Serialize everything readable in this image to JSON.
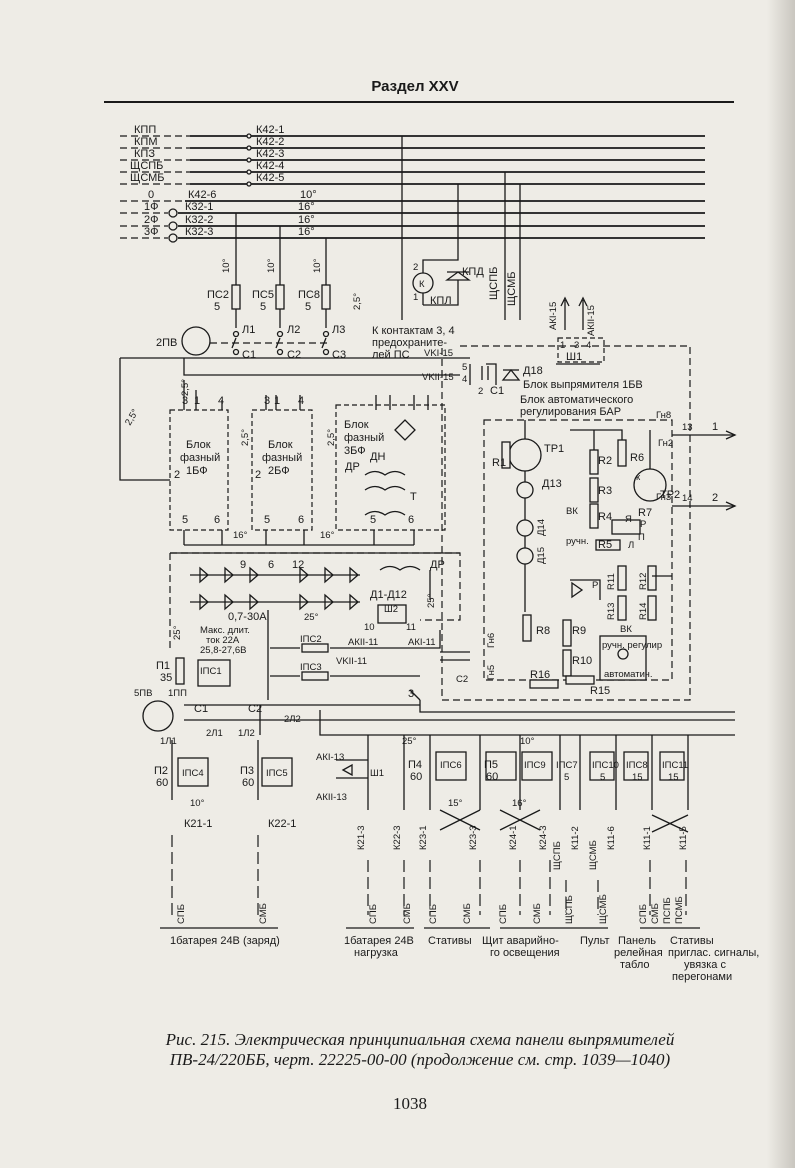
{
  "header": {
    "section": "Раздел XXV"
  },
  "left_buses": [
    {
      "name": "КПП",
      "ref": "К42-1"
    },
    {
      "name": "КПМ",
      "ref": "К42-2"
    },
    {
      "name": "КПЗ",
      "ref": "К42-3"
    },
    {
      "name": "ЩСПБ",
      "ref": "К42-4"
    },
    {
      "name": "ЩСМБ",
      "ref": "К42-5"
    }
  ],
  "phase_buses": [
    {
      "name": "0",
      "ref": "К42-6",
      "section": "10°"
    },
    {
      "name": "1Ф",
      "ref": "К32-1",
      "section": "16°"
    },
    {
      "name": "2Ф",
      "ref": "К32-2",
      "section": "16°"
    },
    {
      "name": "3Ф",
      "ref": "К32-3",
      "section": "16°"
    }
  ],
  "fuses_top": [
    {
      "name": "ПС2",
      "rating": "5",
      "section": "10°",
      "line": "Л1",
      "contact": "С1"
    },
    {
      "name": "ПС5",
      "rating": "5",
      "section": "10°",
      "line": "Л2",
      "contact": "С2"
    },
    {
      "name": "ПС8",
      "rating": "5",
      "section": "10°",
      "line": "Л3",
      "contact": "С3"
    }
  ],
  "pins": {
    "p1": "1",
    "p2": "2",
    "p3": "3",
    "p4": "4",
    "p5": "5",
    "p6": "6",
    "p9": "9",
    "p10": "10",
    "p11": "11",
    "p12": "12",
    "p13": "13",
    "p14": "14",
    "p2dash": "2'"
  },
  "switches": {
    "pv2": "2ПВ",
    "pv5": "5ПВ",
    "pp1": "1ПП"
  },
  "kpd_group": {
    "relay": "К",
    "diode": "КПД",
    "label": "КПЛ"
  },
  "vertical_labels": {
    "shspb": "ЩСПБ",
    "shsmb": "ЩСМБ",
    "aki15": "АКI-15",
    "akii15": "АКII-15"
  },
  "notes": {
    "contacts": [
      "К контактам 3, 4",
      "предохраните-",
      "лей ПС"
    ],
    "vki15": "VKI-15",
    "vkii15": "VKII-15",
    "d18": "Д18",
    "c1": "С1",
    "rect_block": "Блок выпрямителя 1БВ",
    "sh1": "Ш1",
    "bar": [
      "Блок автоматического",
      "регулирования БАР"
    ]
  },
  "sections": {
    "s25": "2,5°",
    "s16": "16°",
    "s10": "10°",
    "s15": "15°",
    "s25deg": "25°"
  },
  "phase_blocks": [
    {
      "line1": "Блок",
      "line2": "фазный",
      "line3": "1БФ"
    },
    {
      "line1": "Блок",
      "line2": "фазный",
      "line3": "2БФ"
    },
    {
      "line1": "Блок",
      "line2": "фазный",
      "line3": "3БФ"
    }
  ],
  "components": {
    "dn": "ДН",
    "dr": "ДР",
    "t": "Т",
    "tr1": "ТР1",
    "tr2": "ТР2",
    "d13": "Д13",
    "d14": "Д14",
    "d15": "Д15",
    "r1": "R1",
    "r2": "R2",
    "r3": "R3",
    "r4": "R4",
    "r5": "R5",
    "r6": "R6",
    "r7": "R7",
    "r8": "R8",
    "r9": "R9",
    "r10": "R10",
    "r11": "R11",
    "r12": "R12",
    "r13": "R13",
    "r14": "R14",
    "r15": "R15",
    "r16": "R16",
    "vk": "ВК",
    "ya": "Я",
    "r_letter": "Р",
    "p": "П",
    "l": "Л",
    "k": "к",
    "ruch": "ручн.",
    "gn8": "Гн8",
    "gn2": "Гн2",
    "gn3": "Гн3",
    "gn5": "Гн5",
    "gn6": "Гн6",
    "diodes": "Д1-Д12",
    "diode_rating": "0,7-30А",
    "max_current": [
      "Макс. длит.",
      "ток 22А",
      "25,8-27,6В"
    ],
    "sh2": "Ш2",
    "akii11": "АКII-11",
    "aki11": "АКI-11",
    "vkii11": "VKII-11",
    "ips2": "IПС2",
    "ips3": "IПС3",
    "c2": "С2",
    "vk_box": [
      "ВК",
      "ручн. регулир",
      "автоматич."
    ],
    "l1": "1Л1",
    "l2_1": "2Л1",
    "l1_2": "1Л2",
    "l2_2": "2Л2"
  },
  "fuses_bottom": [
    {
      "p": "П1",
      "r": "35",
      "ips": "IПС1"
    },
    {
      "p": "П2",
      "r": "60",
      "ips": "IПС4",
      "ref": "К21-1"
    },
    {
      "p": "П3",
      "r": "60",
      "ips": "IПС5",
      "ref": "К22-1"
    },
    {
      "p": "П4",
      "r": "60",
      "ips": "IПС6"
    },
    {
      "p": "П5",
      "r": "60",
      "ips": "IПС9"
    },
    {
      "ips": "IПС7",
      "r": "5"
    },
    {
      "ips": "IПС10",
      "r": "5"
    },
    {
      "ips": "IПС8",
      "r": "15"
    },
    {
      "ips": "IПС11",
      "r": "15"
    }
  ],
  "bottom_refs": {
    "aki13": "АКI-13",
    "akii13": "АКII-13",
    "k21_3": "К21-3",
    "k22_3": "К22-3",
    "k23_1": "К23-1",
    "k23_3": "К23-3",
    "k24_1": "К24-1",
    "k24_3": "К24-3",
    "k11_2": "К11-2",
    "k11_6": "К11-6",
    "k11_1": "К11-1",
    "k11_5": "К11-5"
  },
  "bottom_wires": {
    "spb": "СПБ",
    "smb": "СМБ",
    "shspb": "ЩСПБ",
    "shsmb": "ЩСМБ",
    "pspb": "ПСПБ",
    "psmb": "ПСМБ"
  },
  "destinations": [
    {
      "lines": [
        "1батарея 24В (заряд)"
      ]
    },
    {
      "lines": [
        "1батарея 24В",
        "нагрузка"
      ]
    },
    {
      "lines": [
        "Стативы"
      ]
    },
    {
      "lines": [
        "Щит аварийно-",
        "го освещения"
      ]
    },
    {
      "lines": [
        "Пульт"
      ]
    },
    {
      "lines": [
        "Панель",
        "релейная",
        "табло"
      ]
    },
    {
      "lines": [
        "Стативы",
        "приглас. сигналы,",
        "увязка с",
        "перегонами"
      ]
    }
  ],
  "caption": {
    "line1": "Рис. 215. Электрическая принципиальная схема панели выпрямителей",
    "line2": "ПВ-24/220ББ, черт. 22225-00-00 (продолжение см. стр. 1039—1040)"
  },
  "page_number": "1038"
}
